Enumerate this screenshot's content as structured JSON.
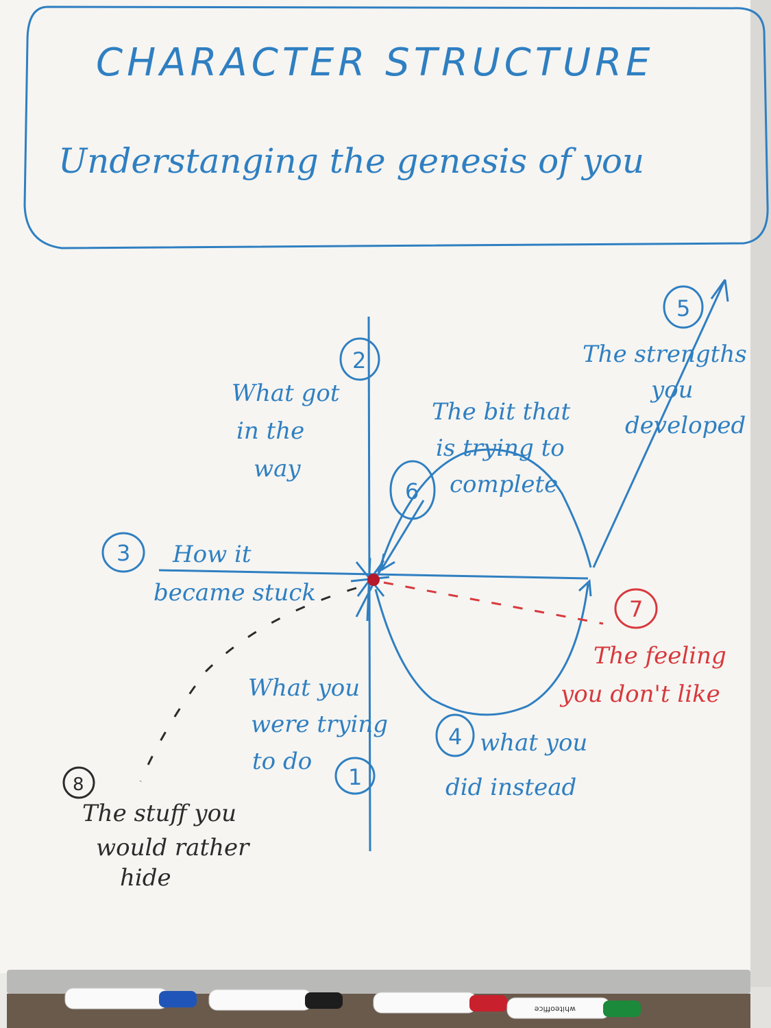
{
  "title": "CHARACTER STRUCTURE",
  "subtitle": "Understanging the genesis of you",
  "labels": {
    "n1": {
      "number": "1",
      "lines": [
        "What you",
        "were trying",
        "to do"
      ]
    },
    "n2": {
      "number": "2",
      "lines": [
        "What got",
        "in the",
        "way"
      ]
    },
    "n3": {
      "number": "3",
      "lines": [
        "How it",
        "became stuck"
      ]
    },
    "n4": {
      "number": "4",
      "lines": [
        "what you",
        "did instead"
      ]
    },
    "n5": {
      "number": "5",
      "lines": [
        "The strengths",
        "you",
        "developed"
      ]
    },
    "n6": {
      "number": "6",
      "lines": [
        "The bit that",
        "is trying to",
        "complete"
      ]
    },
    "n7": {
      "number": "7",
      "lines": [
        "The feeling",
        "you don't like"
      ]
    },
    "n8": {
      "number": "8",
      "lines": [
        "The stuff you",
        "would rather",
        "hide"
      ]
    }
  },
  "colors": {
    "blue_marker": "#2f7fc1",
    "red_marker": "#d8383c",
    "black_marker": "#2b2b2b",
    "dot": "#b5192a"
  },
  "tray": {
    "markers": [
      "blue",
      "black",
      "red",
      "green"
    ],
    "brand": "whiteoffice"
  }
}
